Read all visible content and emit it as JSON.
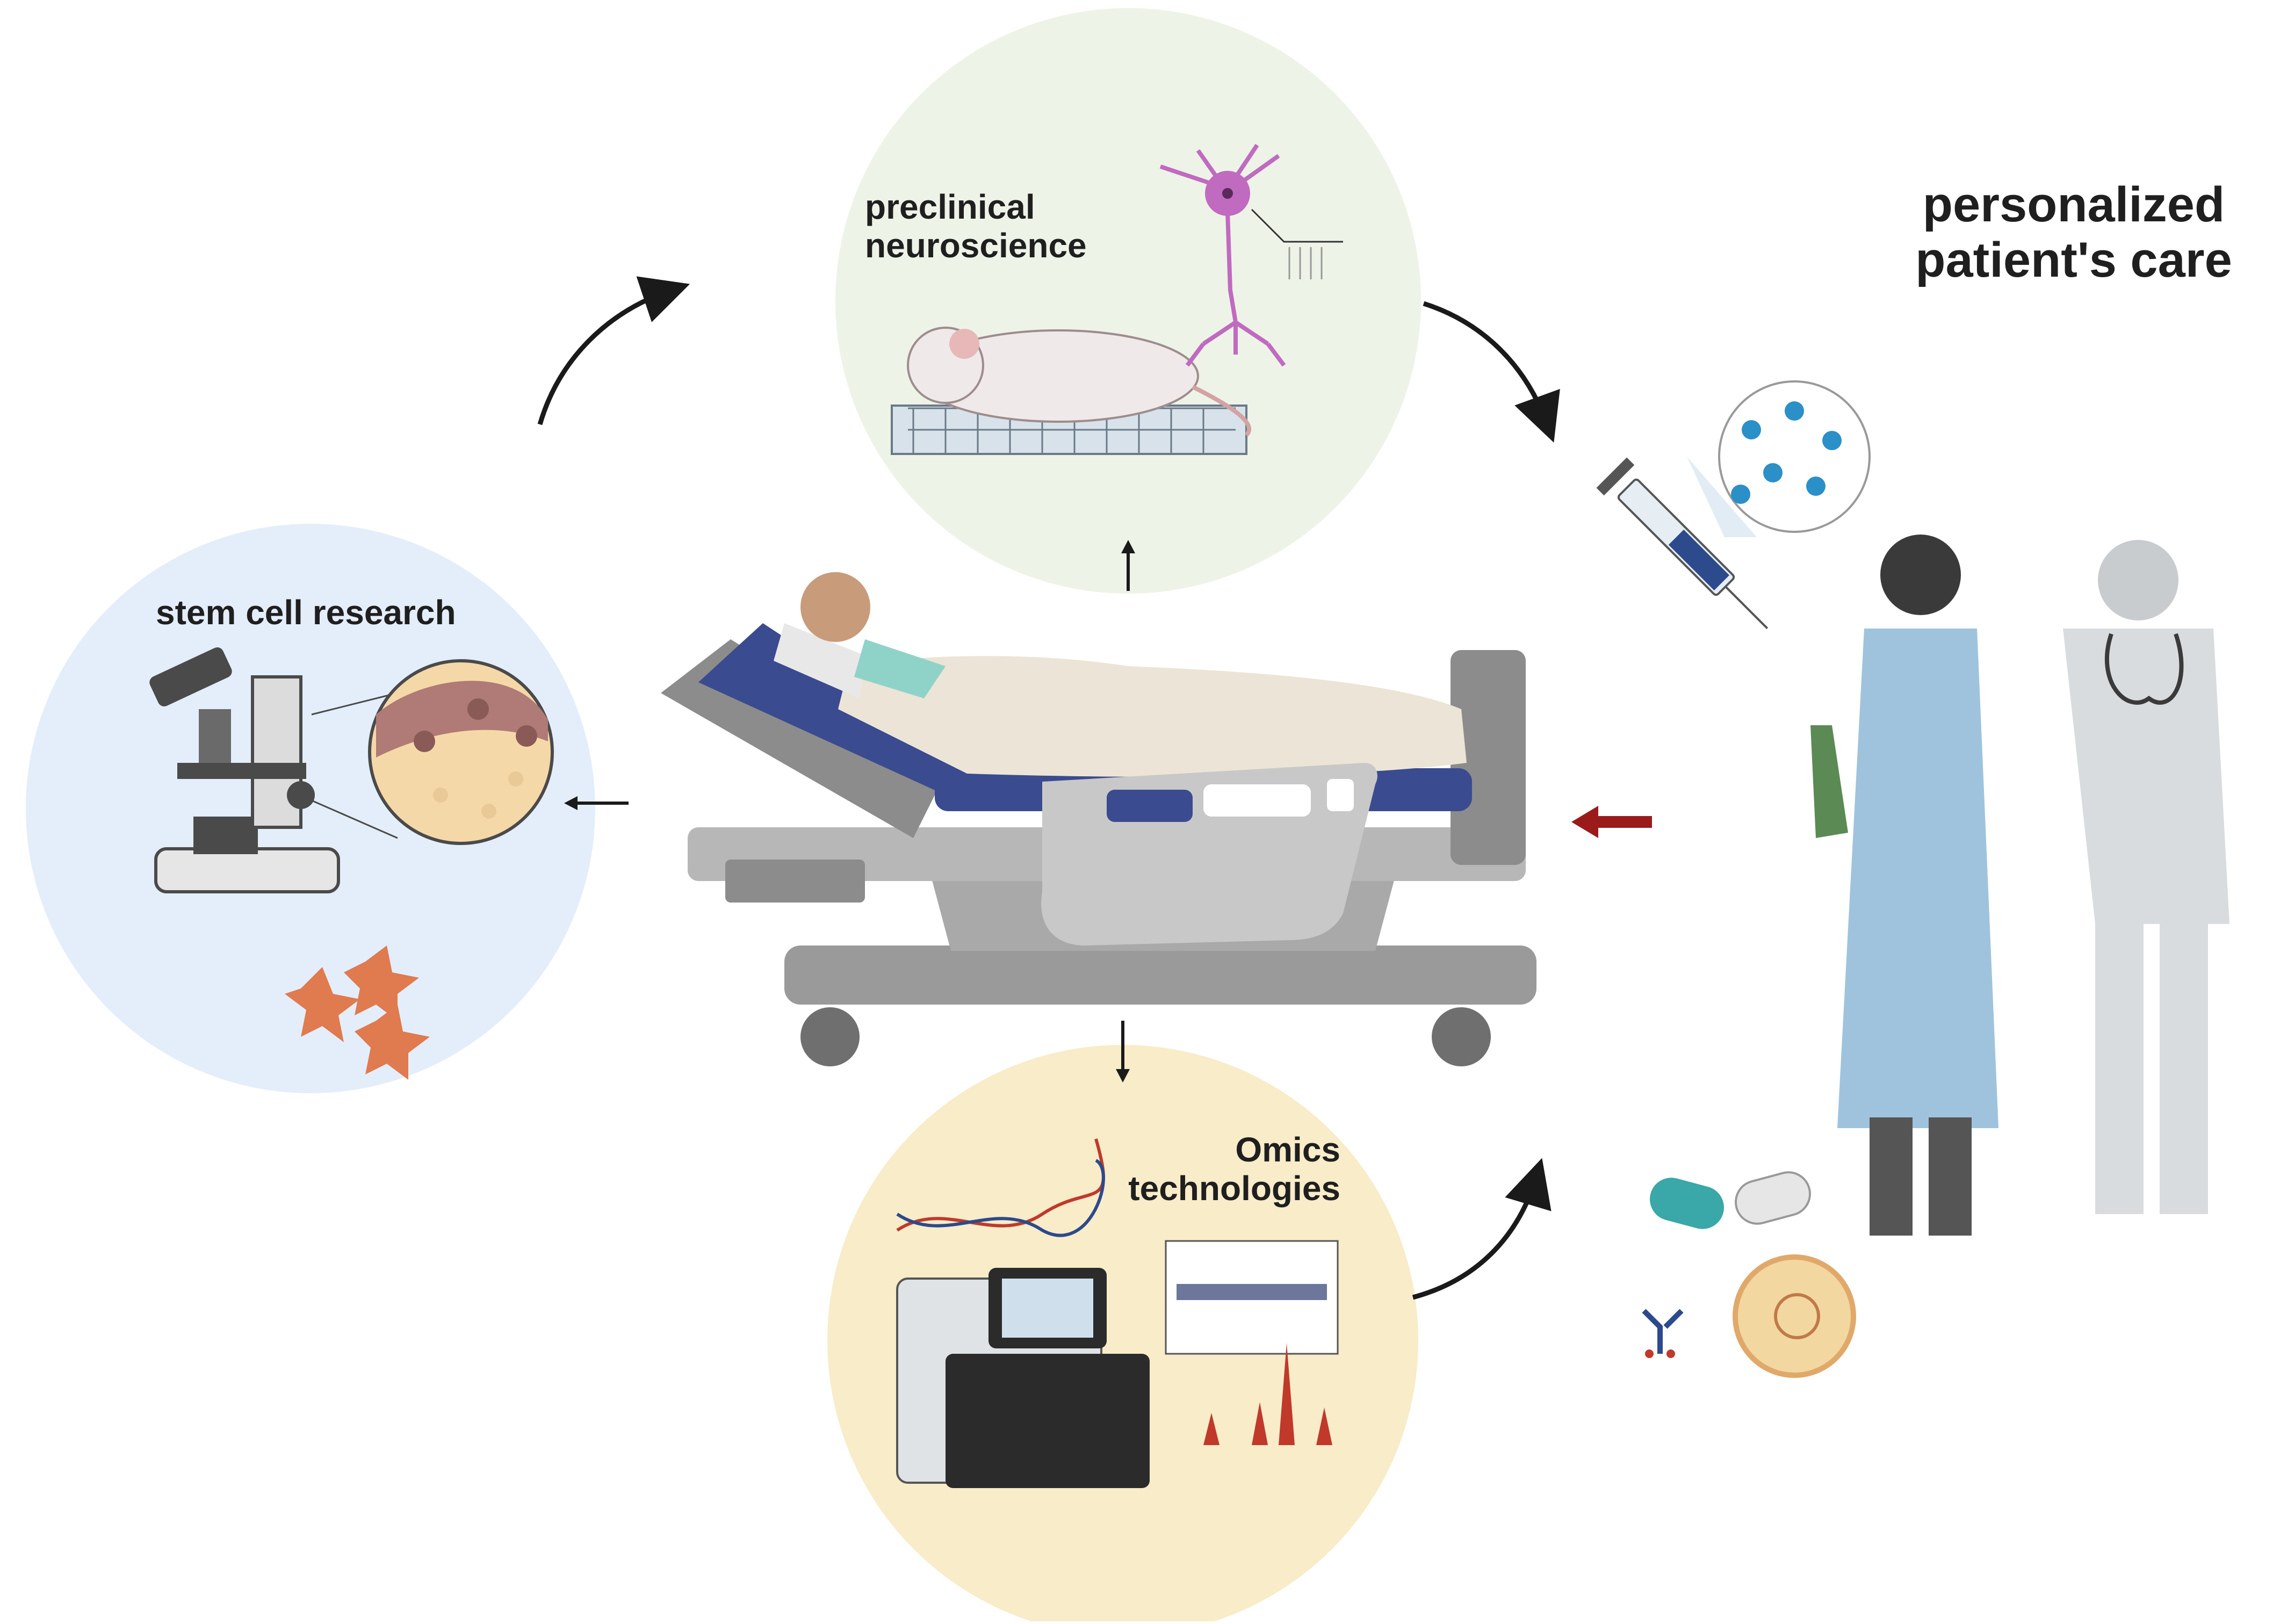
{
  "title": "personalized patient's care",
  "title_lines": [
    "personalized",
    "patient's care"
  ],
  "nodes": {
    "preclinical": {
      "lines": [
        "preclinical",
        "neuroscience"
      ],
      "fill": "#eef3e8"
    },
    "stem_cell": {
      "label": "stem cell research",
      "fill": "#e4eefa"
    },
    "omics": {
      "lines": [
        "Omics",
        "technologies"
      ],
      "fill": "#f8ecc9"
    }
  },
  "colors": {
    "arrow": "#1a1a1a",
    "return_arrow": "#9b1b1b",
    "bed_frame": "#8c8c8c",
    "mattress": "#3a4b8f",
    "blanket": "#ece4d6",
    "coat": "#9fc3dc",
    "scrubs": "#d8dcde",
    "cells": "#e07a4f",
    "nanoparticles": "#2b8fc8",
    "dna_red": "#c0392b",
    "dna_blue": "#2c4a8c",
    "signal_red": "#c0392b",
    "capsule_teal": "#3aa7a8"
  },
  "icons": [
    "patient-bed-icon",
    "microscope-icon",
    "cell-culture-icon",
    "rat-icon",
    "neuron-icon",
    "dna-helix-icon",
    "sequencer-icon",
    "gel-blot-icon",
    "spectrum-icon",
    "syringe-icon",
    "nanoparticle-icon",
    "scientist-icon",
    "doctor-icon",
    "capsule-icon",
    "antibody-icon",
    "virus-icon"
  ]
}
